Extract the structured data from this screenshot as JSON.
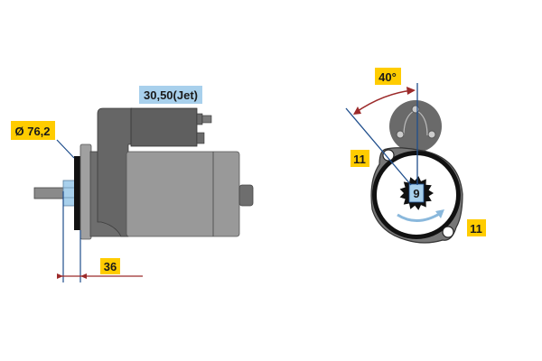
{
  "side_view": {
    "terminal_label": "30,50(Jet)",
    "diameter_label": "Ø 76,2",
    "flange_distance_label": "36"
  },
  "front_view": {
    "angle_label": "40°",
    "hole_label_left": "11",
    "hole_label_right": "11",
    "teeth_label": "9"
  },
  "colors": {
    "yellow_label": "#ffcc00",
    "blue_label": "#a8d0ec",
    "dimension_blue": "#1f4e8c",
    "dimension_red": "#9c2a2a",
    "body_gray": "#8e8e8e",
    "dark_gray": "#5f5f5f"
  }
}
